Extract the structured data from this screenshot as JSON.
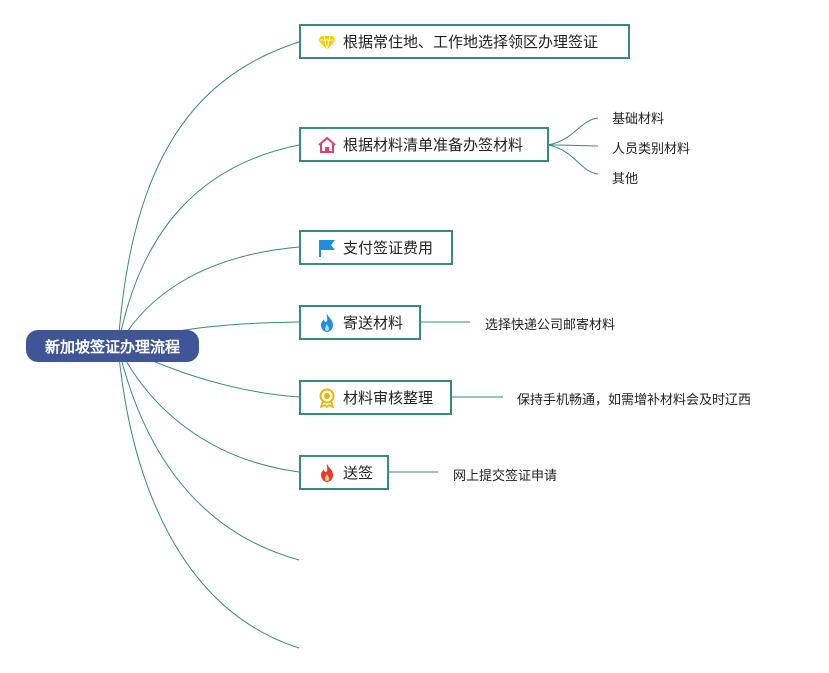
{
  "root": {
    "label": "新加坡签证办理流程"
  },
  "topics": [
    {
      "label": "根据常住地、工作地选择领区办理签证",
      "icon": "diamond-icon",
      "icon_color": "#f5d000"
    },
    {
      "label": "根据材料清单准备办签材料",
      "icon": "house-icon",
      "icon_color": "#d9456f"
    },
    {
      "label": "支付签证费用",
      "icon": "flag-icon",
      "icon_color": "#1e8fe0"
    },
    {
      "label": "寄送材料",
      "icon": "flame-icon",
      "icon_color": "#1e8fe0"
    },
    {
      "label": "材料审核整理",
      "icon": "medal-icon",
      "icon_color": "#f0b400"
    },
    {
      "label": "送签",
      "icon": "fire-icon",
      "icon_color": "#e83a2e"
    }
  ],
  "subtopics": {
    "materials": [
      "基础材料",
      "人员类别材料",
      "其他"
    ],
    "send": "选择快递公司邮寄材料",
    "review": "保持手机畅通，如需增补材料会及时辽西",
    "submit": "网上提交签证申请"
  },
  "colors": {
    "line": "#3a8a7c",
    "root_bg": "#3f5597"
  }
}
